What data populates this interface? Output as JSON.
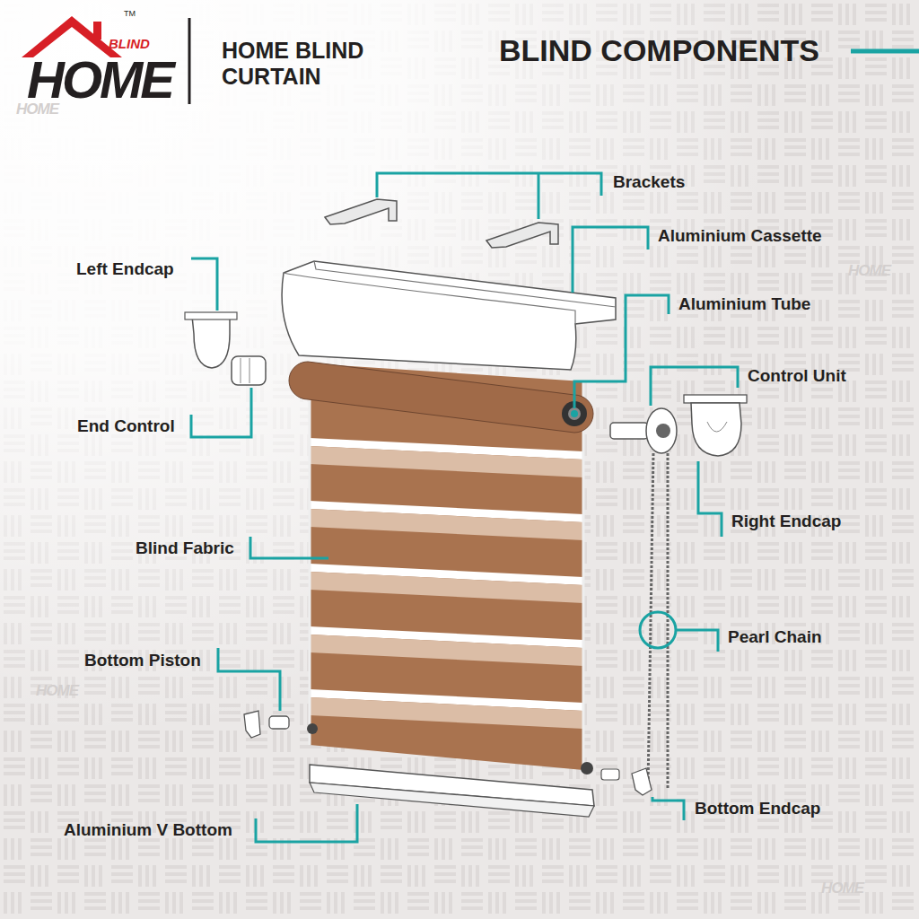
{
  "diagram": {
    "title": "BLIND COMPONENTS",
    "labels": [
      "HOME",
      "BLIND",
      "TM",
      "HOME BLIND CURTAIN",
      "Brackets",
      "Aluminium Cassette",
      "Left Endcap",
      "Aluminium Tube",
      "Control Unit",
      "End Control",
      "Right Endcap",
      "Blind Fabric",
      "Pearl Chain",
      "Bottom Piston",
      "Bottom Endcap",
      "Aluminium V Bottom",
      "HOME",
      "HOME",
      "HOME",
      "HOME"
    ]
  }
}
